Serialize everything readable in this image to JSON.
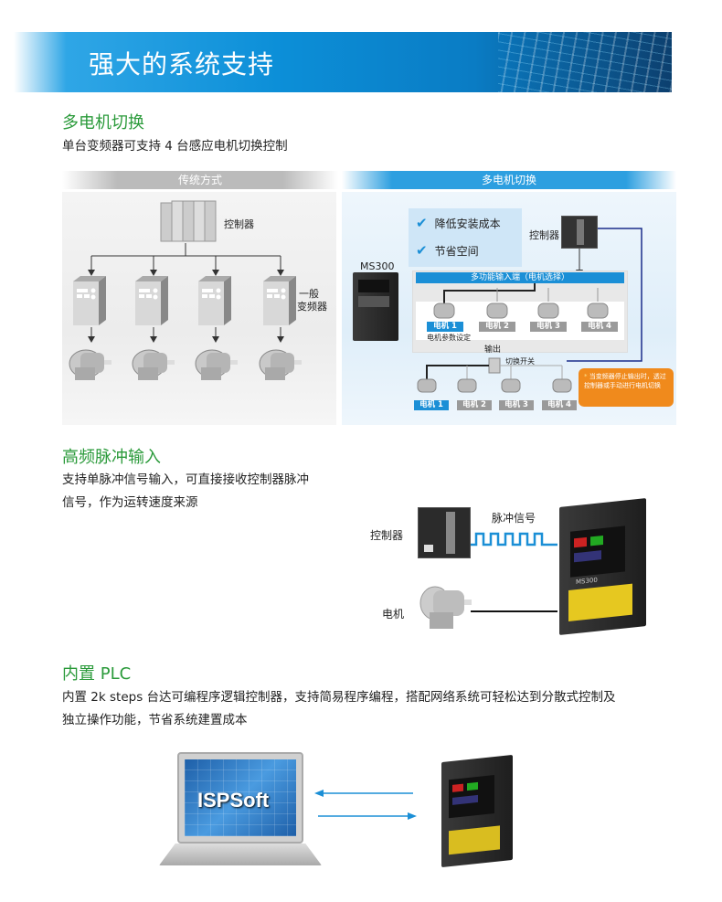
{
  "banner": {
    "title": "强大的系统支持"
  },
  "section1": {
    "heading": "多电机切换",
    "description": "单台变频器可支持 4 台感应电机切换控制",
    "traditional": {
      "title": "传统方式",
      "controller_label": "控制器",
      "drive_label_line1": "一般",
      "drive_label_line2": "变频器"
    },
    "multi": {
      "title": "多电机切换",
      "benefits": [
        "降低安装成本",
        "节省空间"
      ],
      "controller_label": "控制器",
      "drive_model": "MS300",
      "input_bar": "多功能输入端（电机选择）",
      "motors": [
        "电机 1",
        "电机 2",
        "电机 3",
        "电机 4"
      ],
      "param_label": "电机参数设定",
      "output_label": "输出",
      "switch_label": "切换开关",
      "note": "当变频器停止输出时，透过控制器或手动进行电机切换"
    }
  },
  "section2": {
    "heading": "高频脉冲输入",
    "description_line1": "支持单脉冲信号输入，可直接接收控制器脉冲",
    "description_line2": "信号，作为运转速度来源",
    "controller_label": "控制器",
    "pulse_label": "脉冲信号",
    "motor_label": "电机",
    "drive_model": "MS300"
  },
  "section3": {
    "heading": "内置 PLC",
    "description_line1": "内置 2k steps 台达可编程序逻辑控制器，支持简易程序编程，搭配网络系统可轻松达到分散式控制及",
    "description_line2": "独立操作功能，节省系统建置成本",
    "software": "ISPSoft"
  },
  "colors": {
    "green": "#2a9a3a",
    "blue": "#1b8fd6",
    "orange": "#f08a1c"
  }
}
